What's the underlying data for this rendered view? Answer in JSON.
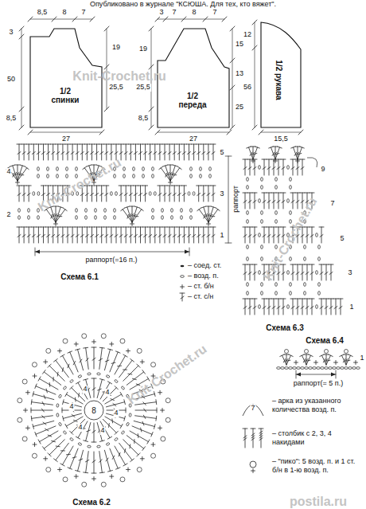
{
  "diagram": {
    "title": "Опубликовано в журнале \"КСЮША. Для тех, кто вяжет\".",
    "nodes": [
      {
        "text": [
          "1/2 спинки"
        ]
      },
      {
        "text": [
          "1/2 переда"
        ]
      },
      {
        "text": [
          "1/2 рукава"
        ]
      }
    ],
    "labels": [
      "8,5",
      "8",
      "7",
      "3",
      "19",
      "50",
      "25,5",
      "8,5",
      "27",
      "3",
      "7",
      "8",
      "7",
      "15",
      "19",
      "13",
      "25,5",
      "25",
      "8,5",
      "27",
      "12",
      "56",
      "15,5",
      "Knit-Crochet.ru",
      "Knit-Crochet.ru",
      "Knit-Crochet.ru",
      "Knit-Crochet.ru",
      "5",
      "4",
      "3",
      "2",
      "1",
      "раппорт",
      "раппорт(=16 п.)",
      "Схема 6.1",
      "9",
      "7",
      "5",
      "3",
      "1",
      "Схема 6.3",
      "Схема 6.4",
      "1",
      "раппорт(= 5 п.)",
      "8",
      "4",
      "4",
      "4",
      "4",
      "4",
      "4",
      "Схема 6.2",
      "7",
      "postila.ru"
    ],
    "legend": [
      {
        "text": "– соед. ст."
      },
      {
        "text": "– возд. п."
      },
      {
        "text": "– ст. б/н"
      },
      {
        "text": "– ст. с/н"
      },
      {
        "text": "– арка из указанного количества возд. п."
      },
      {
        "text": "– столбик с 2, 3, 4 накидами"
      },
      {
        "text": "– \"пико\": 5 возд. п. и 1 ст. б/н в 1-ю возд. п."
      }
    ]
  }
}
